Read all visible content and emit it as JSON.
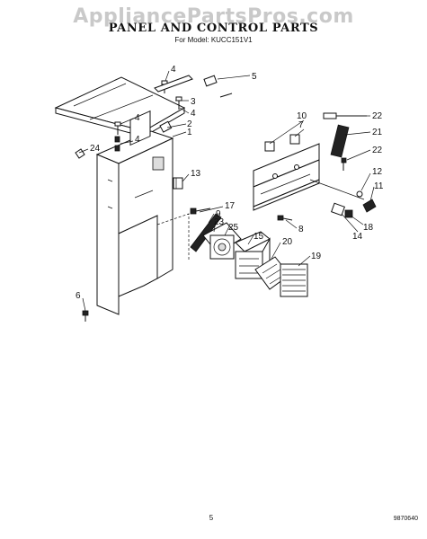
{
  "watermark": "AppliancePartsPros.com",
  "title": "PANEL AND CONTROL PARTS",
  "subtitle": "For Model: KUCC151V1",
  "page_number": "5",
  "doc_code": "9870640",
  "callouts": [
    "4",
    "5",
    "3",
    "4",
    "2",
    "1",
    "4",
    "4",
    "24",
    "13",
    "17",
    "9",
    "23",
    "25",
    "15",
    "20",
    "19",
    "6",
    "8",
    "10",
    "7",
    "22",
    "21",
    "22",
    "12",
    "11",
    "14",
    "18"
  ]
}
